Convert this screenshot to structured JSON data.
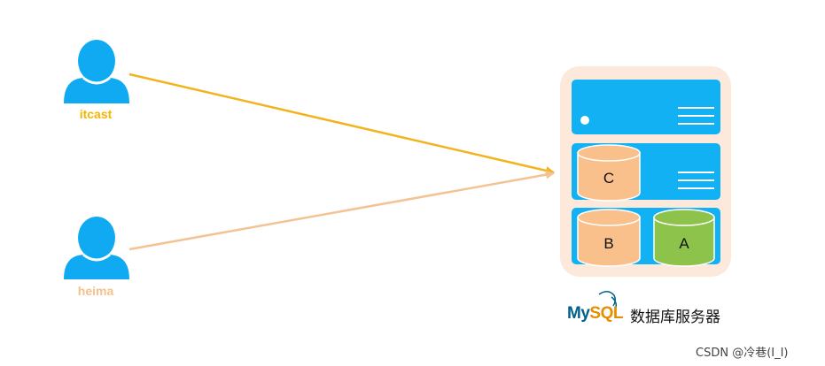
{
  "users": [
    {
      "label": "itcast"
    },
    {
      "label": "heima"
    }
  ],
  "server": {
    "databases": [
      {
        "label": "C"
      },
      {
        "label": "B"
      },
      {
        "label": "A"
      }
    ],
    "logo": {
      "my": "My",
      "sql": "SQL"
    },
    "label": "数据库服务器"
  },
  "watermark": "CSDN @冷巷(I_I)",
  "colors": {
    "user_icon": "#10aaf2",
    "itcast": "#f4b400",
    "heima": "#f5c08c",
    "arrow_itcast": "#f2b31f",
    "arrow_heima": "#f3c393",
    "server_bg": "#fde9dc",
    "server_unit": "#12b1f4",
    "cyl_orange": "#f9c08c",
    "cyl_green": "#8dc34a"
  }
}
